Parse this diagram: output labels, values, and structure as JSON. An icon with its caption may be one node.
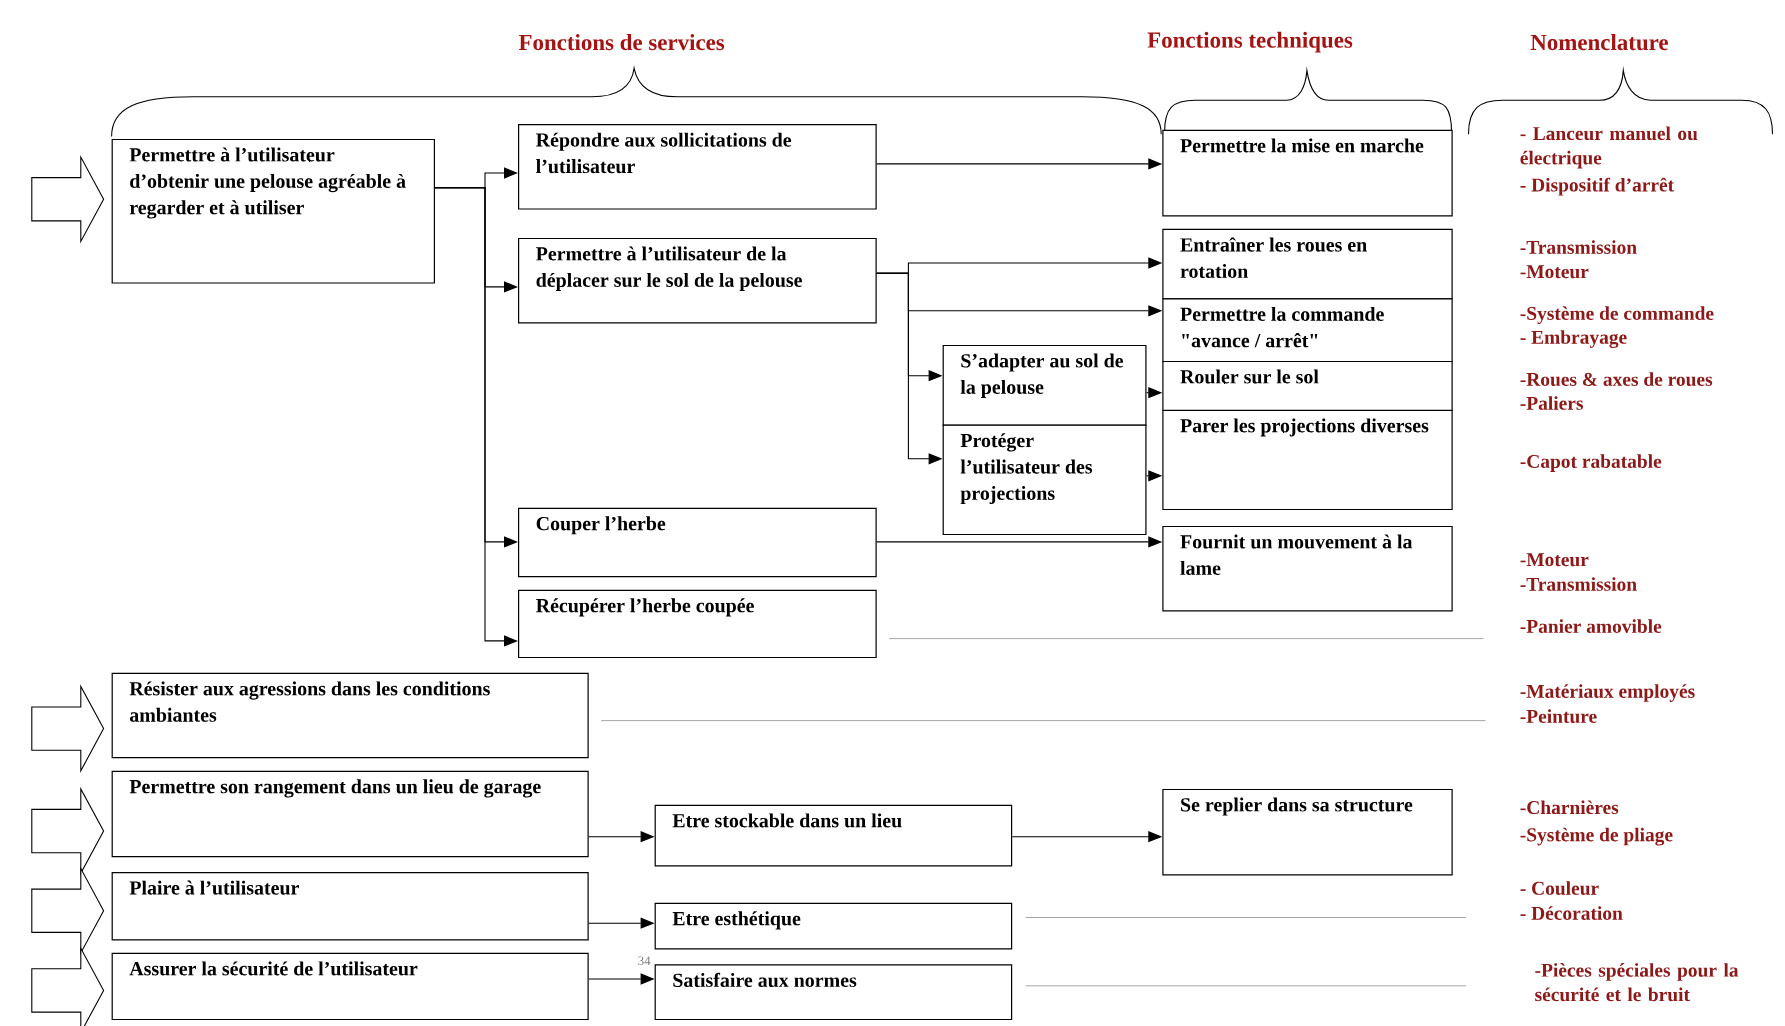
{
  "diagram": {
    "nodes": [
      {
        "text": [
          "Permettre  à l’utilisateur d’obtenir une pelouse agréable à regarder et à utiliser"
        ]
      },
      {
        "text": [
          "Répondre aux sollicitations de l’utilisateur"
        ]
      },
      {
        "text": [
          "Permettre  à l’utilisateur de la déplacer sur le sol de la pelouse"
        ]
      },
      {
        "text": [
          "S’adapter au sol de  la pelouse"
        ]
      },
      {
        "text": [
          "Protéger l’utilisateur des projections"
        ]
      },
      {
        "text": [
          "Couper l’herbe"
        ]
      },
      {
        "text": [
          "Récupérer  l’herbe coupée"
        ]
      },
      {
        "text": [
          "Permettre  la  mise en marche"
        ]
      },
      {
        "text": [
          "Entraîner les roues en rotation"
        ]
      },
      {
        "text": [
          "Permettre  la commande \"avance / arrêt\""
        ]
      },
      {
        "text": [
          "Rouler sur le  sol"
        ]
      },
      {
        "text": [
          "Parer les projections diverses"
        ]
      },
      {
        "text": [
          "Fournit un mouvement à la  lame"
        ]
      },
      {
        "text": [
          "Résister aux agressions dans les conditions ambiantes"
        ]
      },
      {
        "text": [
          "Permettre  son rangement dans un lieu de garage"
        ]
      },
      {
        "text": [
          "Etre stockable dans un lieu"
        ]
      },
      {
        "text": [
          "Se replier dans sa structure"
        ]
      },
      {
        "text": [
          "Plaire à l’utilisateur"
        ]
      },
      {
        "text": [
          "Etre esthétique"
        ]
      },
      {
        "text": [
          "Assurer la sécurité de l’utilisateur"
        ]
      },
      {
        "text": [
          "Satisfaire aux normes"
        ]
      }
    ],
    "edges": [
      {
        "from": null,
        "to": 0,
        "arrow": "to"
      },
      {
        "from": 0,
        "to": 1,
        "arrow": "to"
      },
      {
        "from": 0,
        "to": 2,
        "arrow": "to"
      },
      {
        "from": 0,
        "to": 5,
        "arrow": "to"
      },
      {
        "from": 0,
        "to": 6,
        "arrow": "to"
      },
      {
        "from": 1,
        "to": 7,
        "arrow": "to"
      },
      {
        "from": 2,
        "to": 8,
        "arrow": "to"
      },
      {
        "from": 2,
        "to": 9,
        "arrow": "to"
      },
      {
        "from": 2,
        "to": 3,
        "arrow": "to"
      },
      {
        "from": 2,
        "to": 4,
        "arrow": "to"
      },
      {
        "from": 3,
        "to": 10,
        "arrow": "to"
      },
      {
        "from": 4,
        "to": 11,
        "arrow": "to"
      },
      {
        "from": 5,
        "to": 12,
        "arrow": "to"
      },
      {
        "from": null,
        "to": 13,
        "arrow": "to"
      },
      {
        "from": null,
        "to": 14,
        "arrow": "to"
      },
      {
        "from": 14,
        "to": 15,
        "arrow": "to"
      },
      {
        "from": 15,
        "to": 16,
        "arrow": "to"
      },
      {
        "from": null,
        "to": 17,
        "arrow": "to"
      },
      {
        "from": 17,
        "to": 18,
        "arrow": "to"
      },
      {
        "from": null,
        "to": 19,
        "arrow": "to"
      },
      {
        "from": 19,
        "to": 20,
        "arrow": "to"
      }
    ],
    "labels": [
      "Fonctions  de services",
      "Fonctions  techniques",
      "Nomenclature",
      "- Lanceur  manuel ou électrique",
      "- Dispositif d’arrêt",
      "-Transmission",
      "-Moteur",
      "-Système de commande",
      "- Embrayage",
      "-Roues & axes de roues",
      "-Paliers",
      "-Capot  rabatable",
      "-Moteur",
      "-Transmission",
      "-Panier amovible",
      "-Matériaux  employés",
      "-Peinture",
      "-Charnières",
      "-Système de pliage",
      "- Couleur",
      "- Décoration",
      "-Pièces  spéciales pour la sécurité et le bruit",
      "34"
    ]
  }
}
